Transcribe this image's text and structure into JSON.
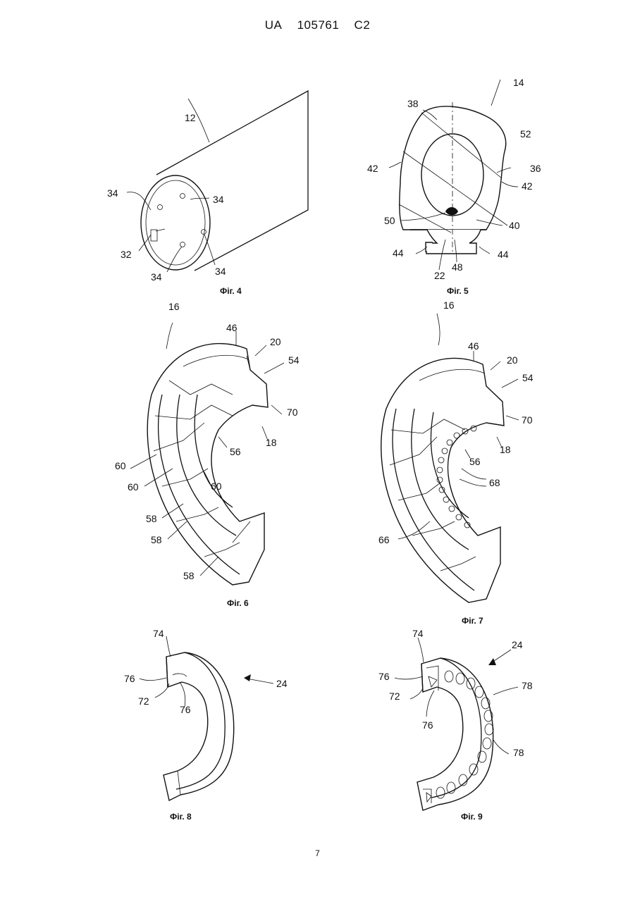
{
  "header": {
    "country": "UA",
    "number": "105761",
    "kind": "C2"
  },
  "page_number": "7",
  "figures": {
    "fig4": {
      "caption": "Фіг. 4",
      "labels": [
        "12",
        "34",
        "34",
        "34",
        "34",
        "32"
      ]
    },
    "fig5": {
      "caption": "Фіг. 5",
      "labels": [
        "14",
        "38",
        "52",
        "42",
        "36",
        "42",
        "50",
        "40",
        "44",
        "44",
        "22",
        "48"
      ]
    },
    "fig6": {
      "caption": "Фіг. 6",
      "labels": [
        "16",
        "46",
        "20",
        "54",
        "70",
        "18",
        "56",
        "60",
        "60",
        "60",
        "58",
        "58",
        "58"
      ]
    },
    "fig7": {
      "caption": "Фіг. 7",
      "labels": [
        "16",
        "46",
        "20",
        "54",
        "70",
        "18",
        "56",
        "68",
        "66"
      ]
    },
    "fig8": {
      "caption": "Фіг. 8",
      "labels": [
        "74",
        "76",
        "72",
        "76",
        "24"
      ]
    },
    "fig9": {
      "caption": "Фіг. 9",
      "labels": [
        "74",
        "24",
        "76",
        "78",
        "72",
        "76",
        "78"
      ]
    }
  }
}
